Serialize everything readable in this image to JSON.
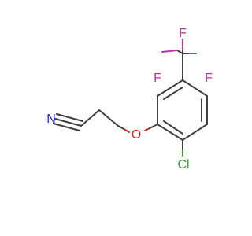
{
  "atoms": {
    "nitrogen": "N",
    "oxygen": "O",
    "chlorine": "Cl",
    "fluorine_1": "F",
    "fluorine_2": "F",
    "fluorine_3": "F"
  },
  "colors": {
    "bond": "#404040",
    "nitrogen": "#2a2ad6",
    "oxygen": "#e0201b",
    "chlorine": "#2fa02f",
    "fluorine": "#b9359b"
  }
}
